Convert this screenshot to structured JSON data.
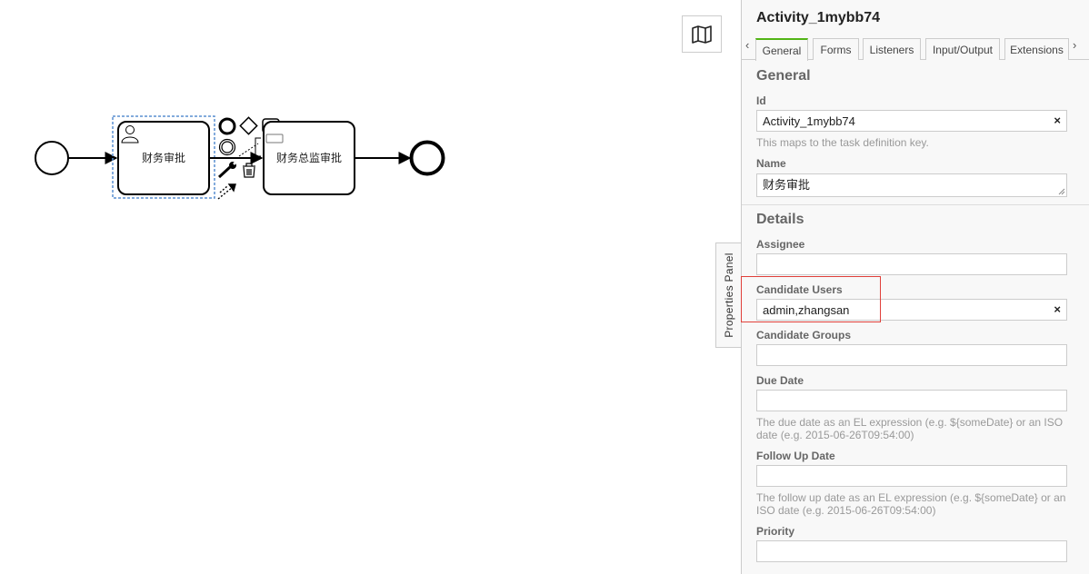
{
  "canvas": {
    "task1_label": "财务审批",
    "task2_label": "财务总监审批"
  },
  "minimap": {
    "icon": "map-icon"
  },
  "panel_toggle": {
    "label": "Properties Panel"
  },
  "panel": {
    "title": "Activity_1mybb74",
    "tabs": [
      {
        "label": "General",
        "active": true
      },
      {
        "label": "Forms"
      },
      {
        "label": "Listeners"
      },
      {
        "label": "Input/Output"
      },
      {
        "label": "Extensions"
      }
    ],
    "general": {
      "heading": "General",
      "id_label": "Id",
      "id_value": "Activity_1mybb74",
      "id_desc": "This maps to the task definition key.",
      "name_label": "Name",
      "name_value": "财务审批"
    },
    "details": {
      "heading": "Details",
      "assignee_label": "Assignee",
      "assignee_value": "",
      "candidate_users_label": "Candidate Users",
      "candidate_users_value": "admin,zhangsan",
      "candidate_groups_label": "Candidate Groups",
      "candidate_groups_value": "",
      "due_date_label": "Due Date",
      "due_date_value": "",
      "due_date_desc": "The due date as an EL expression (e.g. ${someDate} or an ISO date (e.g. 2015-06-26T09:54:00)",
      "follow_up_label": "Follow Up Date",
      "follow_up_value": "",
      "follow_up_desc": "The follow up date as an EL expression (e.g. ${someDate} or an ISO date (e.g. 2015-06-26T09:54:00)",
      "priority_label": "Priority",
      "priority_value": ""
    },
    "clear_glyph": "×"
  },
  "colors": {
    "active_tab_accent": "#52b415",
    "selection_dash": "#5a8fd1",
    "highlight_box": "#e0403a"
  }
}
